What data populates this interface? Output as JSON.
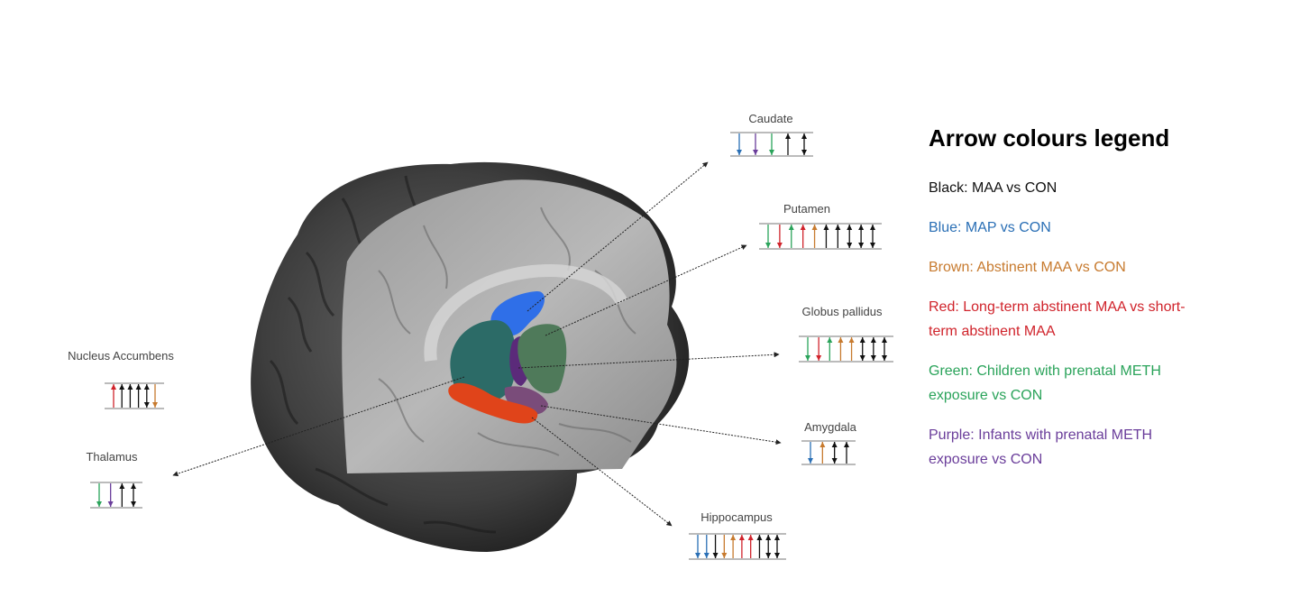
{
  "figure": {
    "legend": {
      "title": "Arrow colours legend",
      "items": [
        {
          "key": "black",
          "label": "Black: MAA vs CON",
          "color": "#111111"
        },
        {
          "key": "blue",
          "label": "Blue: MAP vs CON",
          "color": "#2a6fb5"
        },
        {
          "key": "brown",
          "label": "Brown: Abstinent MAA vs CON",
          "color": "#c77a2e"
        },
        {
          "key": "red",
          "label": "Red: Long-term abstinent MAA vs short-term abstinent MAA",
          "color": "#d0232b"
        },
        {
          "key": "green",
          "label": "Green: Children with prenatal METH exposure vs CON",
          "color": "#2aa35a"
        },
        {
          "key": "purple",
          "label": "Purple: Infants with prenatal METH exposure vs CON",
          "color": "#6a3d9a"
        }
      ]
    },
    "structure_colors": {
      "caudate": "#2f6fe8",
      "putamen": "#2c6b67",
      "globus_pallidus": "#4f7a5a",
      "thalamus": "#5b2a7a",
      "hippocampus": "#e0441a",
      "amygdala": "#6e4a6e"
    },
    "regions": [
      {
        "id": "caudate",
        "label": "Caudate",
        "arrows": [
          [
            "blue",
            "down"
          ],
          [
            "purple",
            "down"
          ],
          [
            "green",
            "down"
          ],
          [
            "black",
            "up"
          ],
          [
            "black",
            "both"
          ]
        ]
      },
      {
        "id": "putamen",
        "label": "Putamen",
        "arrows": [
          [
            "green",
            "down"
          ],
          [
            "red",
            "down"
          ],
          [
            "green",
            "up"
          ],
          [
            "red",
            "up"
          ],
          [
            "brown",
            "up"
          ],
          [
            "black",
            "up"
          ],
          [
            "black",
            "up"
          ],
          [
            "black",
            "both"
          ],
          [
            "black",
            "both"
          ],
          [
            "black",
            "both"
          ]
        ]
      },
      {
        "id": "globus-pallidus",
        "label": "Globus pallidus",
        "arrows": [
          [
            "green",
            "down"
          ],
          [
            "red",
            "down"
          ],
          [
            "green",
            "up"
          ],
          [
            "brown",
            "up"
          ],
          [
            "brown",
            "up"
          ],
          [
            "black",
            "both"
          ],
          [
            "black",
            "both"
          ],
          [
            "black",
            "both"
          ]
        ]
      },
      {
        "id": "amygdala",
        "label": "Amygdala",
        "arrows": [
          [
            "blue",
            "down"
          ],
          [
            "brown",
            "up"
          ],
          [
            "black",
            "both"
          ],
          [
            "black",
            "up"
          ]
        ]
      },
      {
        "id": "hippocampus",
        "label": "Hippocampus",
        "arrows": [
          [
            "blue",
            "down"
          ],
          [
            "blue",
            "down"
          ],
          [
            "black",
            "down"
          ],
          [
            "brown",
            "down"
          ],
          [
            "brown",
            "up"
          ],
          [
            "red",
            "up"
          ],
          [
            "red",
            "up"
          ],
          [
            "black",
            "up"
          ],
          [
            "black",
            "both"
          ],
          [
            "black",
            "both"
          ]
        ]
      },
      {
        "id": "nucleus-accumbens",
        "label": "Nucleus Accumbens",
        "arrows": [
          [
            "red",
            "up"
          ],
          [
            "black",
            "up"
          ],
          [
            "black",
            "up"
          ],
          [
            "black",
            "up"
          ],
          [
            "black",
            "both"
          ],
          [
            "brown",
            "down"
          ]
        ]
      },
      {
        "id": "thalamus",
        "label": "Thalamus",
        "arrows": [
          [
            "green",
            "down"
          ],
          [
            "purple",
            "down"
          ],
          [
            "black",
            "up"
          ],
          [
            "black",
            "both"
          ]
        ]
      }
    ]
  }
}
